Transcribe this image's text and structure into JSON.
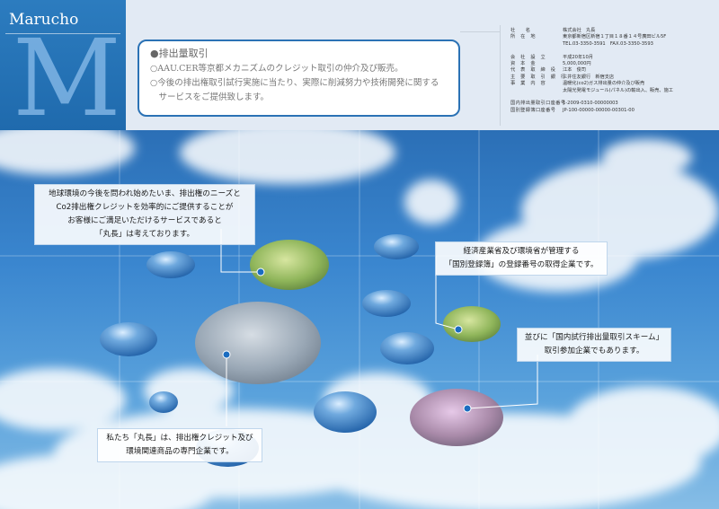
{
  "brand": {
    "name": "Marucho",
    "letter": "M"
  },
  "info": {
    "title": "●排出量取引",
    "lines": [
      "○AAU.CER等京都メカニズムのクレジット取引の仲介及び販売。",
      "○今後の排出権取引試行実施に当たり、実際に削減努力や技術開発に関する",
      "　サービスをご提供致します。"
    ]
  },
  "company": [
    {
      "label": "社　　名",
      "value": "株式会社　丸長"
    },
    {
      "label": "所　在　地",
      "value": "東京都新宿区新宿１丁目１８番１４号廣田ビル5F"
    },
    {
      "label": "",
      "value": "TEL.03-3350-3591　FAX.03-3350-3593"
    },
    {
      "label": "",
      "value": ""
    },
    {
      "label": "会　社　設　立",
      "value": "平成20年10月"
    },
    {
      "label": "資　本　金",
      "value": "5,000,000円"
    },
    {
      "label": "代　表　取　締　役",
      "value": "江本　俊司"
    },
    {
      "label": "主　要　取　引　銀　行",
      "value": "三井住友銀行　新宿支店"
    },
    {
      "label": "事　業　内　容",
      "value": "温暖化(co2)ガス排出量の仲介及び販売"
    },
    {
      "label": "",
      "value": "太陽光発電モジュール(パネル)の輸出入、販売、施工"
    },
    {
      "label": "",
      "value": ""
    },
    {
      "label": "国内排出量取引口座番号",
      "value": "1-2009-0310-00000003"
    },
    {
      "label": "国別登録簿口座番号",
      "value": "JP-100-00000-00000-00301-00"
    }
  ],
  "callouts": {
    "c1": [
      "地球環境の今後を問われ始めたいま、排出権のニーズと",
      "Co2排出権クレジットを効率的にご提供することが",
      "お客様にご満足いただけるサービスであると",
      "「丸長」は考えております。"
    ],
    "c2": [
      "経済産業省及び環境省が管理する",
      "「国別登録簿」の登録番号の取得企業です。"
    ],
    "c3": [
      "並びに「国内試行排出量取引スキーム」",
      "取引参加企業でもあります。"
    ],
    "c4": [
      "私たち「丸長」は、排出権クレジット及び",
      "環境関連商品の専門企業です。"
    ]
  },
  "colors": {
    "brand": "#2a78bb",
    "box_border": "#2b72b5",
    "sky_top": "#2b6fb6"
  }
}
